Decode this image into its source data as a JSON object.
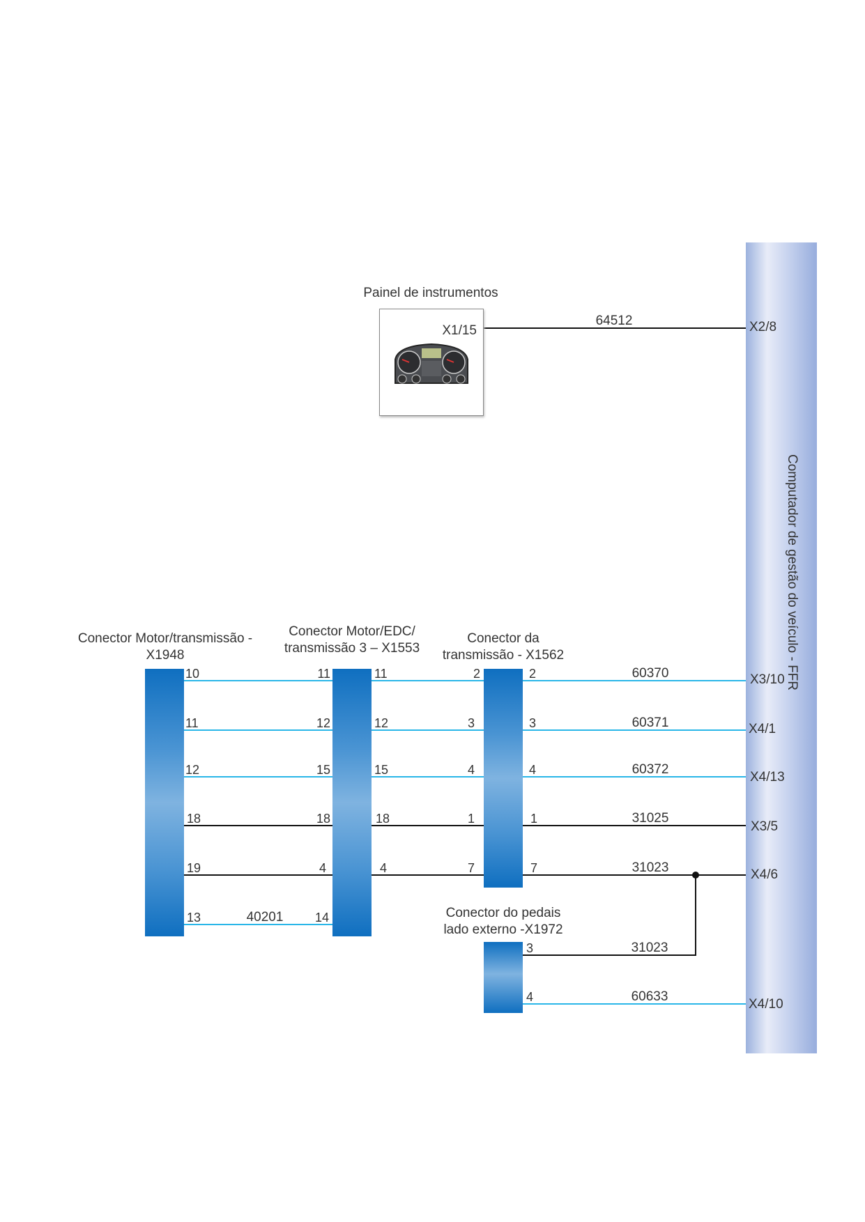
{
  "ecu": {
    "title": "Computador de gestão do veículo - FFR"
  },
  "panel": {
    "title": "Painel de instrumentos",
    "pin": "X1/15",
    "wire": "64512",
    "ecu_pin": "X2/8",
    "icon": "instrument-cluster-icon"
  },
  "connectors": {
    "x1948": {
      "title_line1": "Conector Motor/transmissão -",
      "title_line2": "X1948",
      "pins": [
        "10",
        "11",
        "12",
        "18",
        "19",
        "13"
      ]
    },
    "x1553": {
      "title_line1": "Conector Motor/EDC/",
      "title_line2": "transmissão 3 – X1553",
      "pins_left": [
        "11",
        "12",
        "15",
        "18",
        "4",
        "14"
      ],
      "pins_right": [
        "11",
        "12",
        "15",
        "18",
        "4"
      ]
    },
    "x1562": {
      "title_line1": "Conector da",
      "title_line2": "transmissão - X1562",
      "pins_left": [
        "2",
        "3",
        "4",
        "1",
        "7"
      ],
      "pins_right": [
        "2",
        "3",
        "4",
        "1",
        "7"
      ]
    },
    "x1972": {
      "title_line1": "Conector do pedais",
      "title_line2": "lado externo -X1972",
      "pins": [
        "3",
        "4"
      ]
    }
  },
  "wires": {
    "x1948_x1553": {
      "label": "40201"
    },
    "to_ecu": [
      {
        "label": "60370",
        "ecu_pin": "X3/10",
        "color": "#29b6e8"
      },
      {
        "label": "60371",
        "ecu_pin": "X4/1",
        "color": "#29b6e8"
      },
      {
        "label": "60372",
        "ecu_pin": "X4/13",
        "color": "#29b6e8"
      },
      {
        "label": "31025",
        "ecu_pin": "X3/5",
        "color": "#111111"
      },
      {
        "label": "31023",
        "ecu_pin": "X4/6",
        "color": "#111111"
      }
    ],
    "pedals": [
      {
        "label": "31023",
        "color": "#111111"
      },
      {
        "label": "60633",
        "ecu_pin": "X4/10",
        "color": "#29b6e8"
      }
    ]
  },
  "colors": {
    "signal": "#29b6e8",
    "ground": "#111111",
    "connector": "#0f6fc0",
    "bus": "#9cb2de"
  }
}
